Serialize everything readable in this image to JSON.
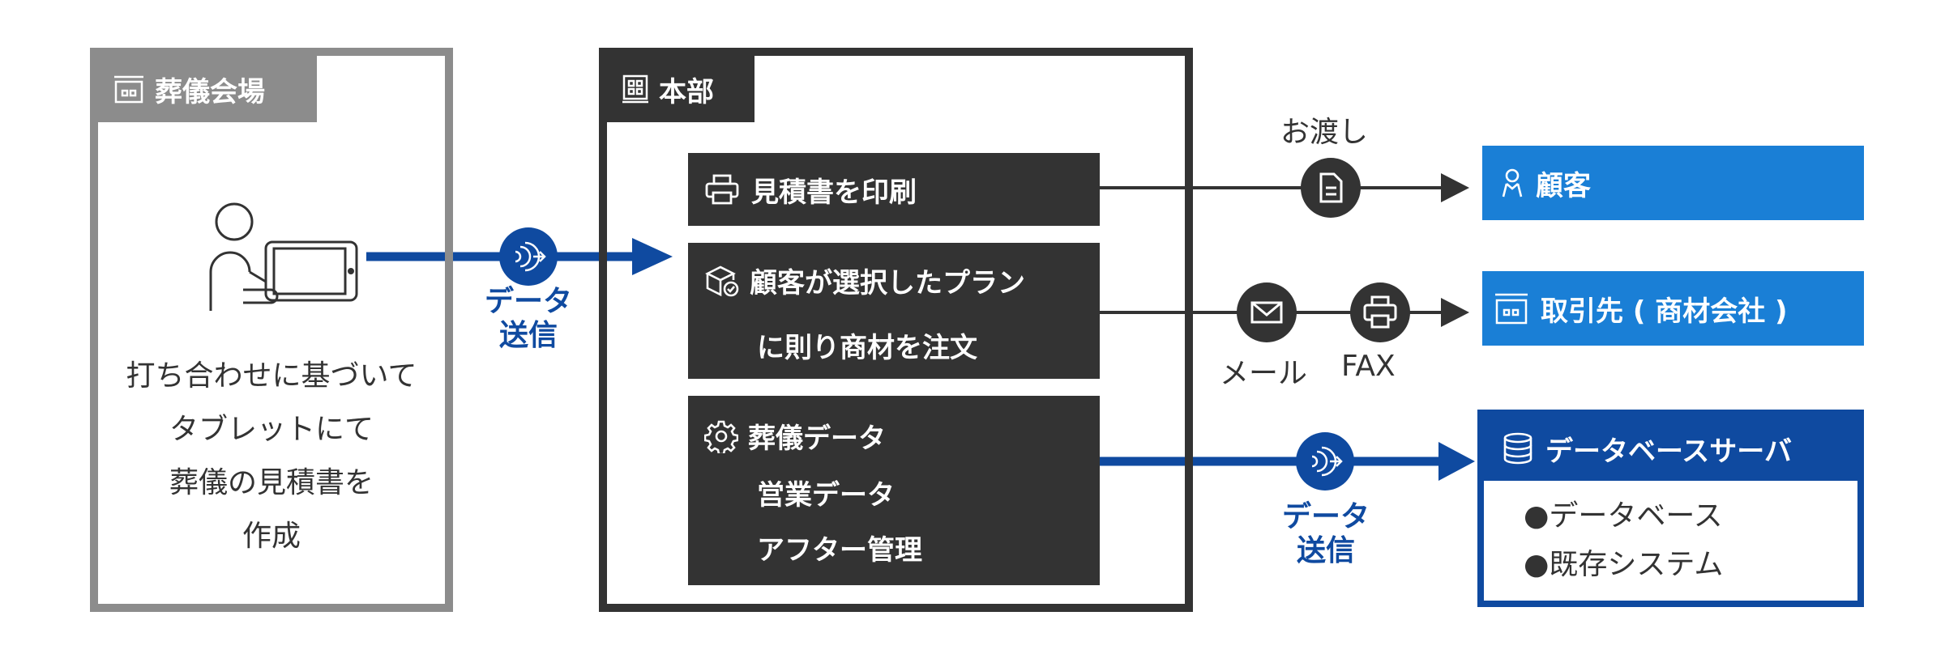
{
  "venue": {
    "title": "葬儀会場",
    "icon": "store-icon",
    "description": [
      "打ち合わせに基づいて",
      "タブレットにて",
      "葬儀の見積書を",
      "作成"
    ]
  },
  "hq": {
    "title": "本部",
    "icon": "building-icon",
    "boxes": {
      "print": {
        "label": "見積書を印刷",
        "icon": "printer-icon"
      },
      "order": {
        "line1": "顧客が選択したプラン",
        "line2": "に則り商材を注文",
        "icon": "box-check-icon"
      },
      "data": {
        "line1": "葬儀データ",
        "line2": "営業データ",
        "line3": "アフター管理",
        "icon": "gear-icon"
      }
    }
  },
  "flows": {
    "venue_to_hq": {
      "label1": "データ",
      "label2": "送信",
      "icon": "wireless-send-icon"
    },
    "to_customer": {
      "label": "お渡し",
      "icon": "document-icon"
    },
    "to_supplier": {
      "mail_label": "メール",
      "fax_label": "FAX",
      "mail_icon": "envelope-icon",
      "fax_icon": "printer-icon"
    },
    "to_db": {
      "label1": "データ",
      "label2": "送信",
      "icon": "wireless-send-icon"
    }
  },
  "targets": {
    "customer": {
      "label": "顧客",
      "icon": "person-icon"
    },
    "supplier": {
      "label": "取引先 ( 商材会社 )",
      "icon": "store-icon"
    },
    "db": {
      "title": "データベースサーバ",
      "icon": "database-icon",
      "items": [
        "●データベース",
        "●既存システム"
      ]
    }
  },
  "colors": {
    "gray": "#8c8c8c",
    "dark": "#333333",
    "blue": "#1a7fd6",
    "navy": "#0f4aa0"
  }
}
